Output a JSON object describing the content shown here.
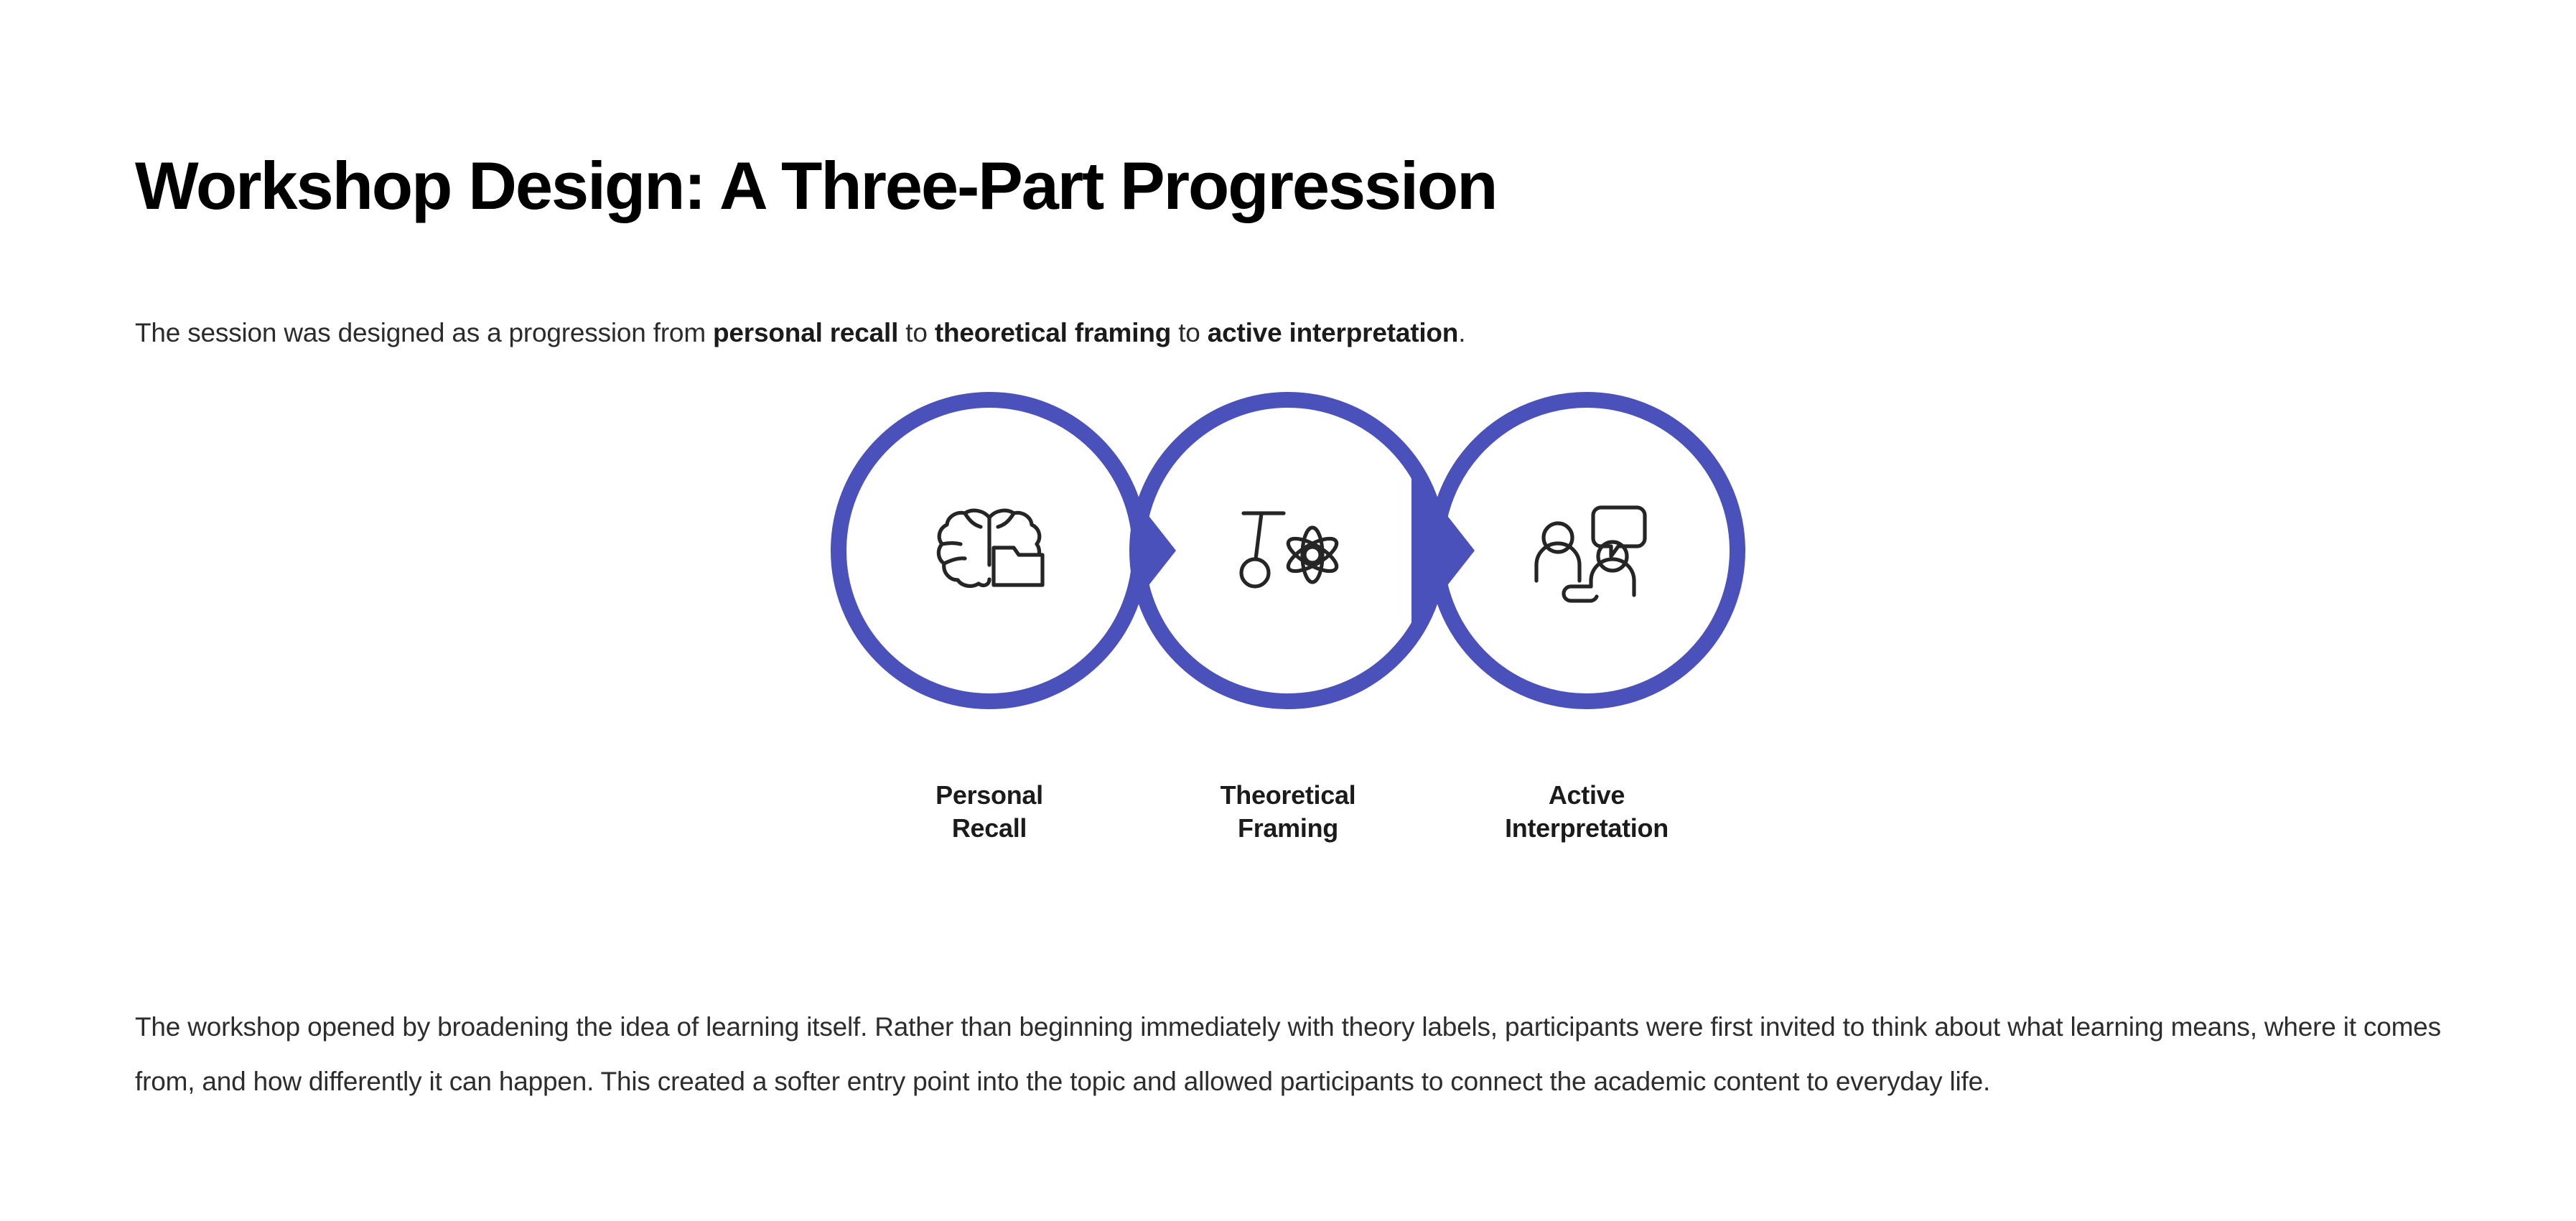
{
  "page": {
    "title": "Workshop Design: A Three-Part Progression",
    "intro": {
      "part1": "The session was designed as a progression from ",
      "bold1": "personal recall",
      "part2": " to ",
      "bold2": "theoretical framing",
      "part3": " to ",
      "bold3": "active interpretation",
      "part4": "."
    },
    "body_paragraph": "The workshop opened by broadening the idea of learning itself. Rather than beginning immediately with theory labels, participants were first invited to think about what learning means, where it comes from, and how differently it can happen. This created a softer entry point into the topic and allowed participants to connect the academic content to everyday life."
  },
  "diagram": {
    "accent_color": "#4b51bb",
    "icon_color": "#252525",
    "background_color": "#ffffff",
    "stages": [
      {
        "icon": "brain-folder-icon",
        "label_line1": "Personal",
        "label_line2": "Recall"
      },
      {
        "icon": "pendulum-atom-icon",
        "label_line1": "Theoretical",
        "label_line2": "Framing"
      },
      {
        "icon": "people-speech-bubble-icon",
        "label_line1": "Active",
        "label_line2": "Interpretation"
      }
    ],
    "connectors": [
      {
        "name": "arrow-chevron-1"
      },
      {
        "name": "arrow-chevron-2"
      }
    ]
  }
}
